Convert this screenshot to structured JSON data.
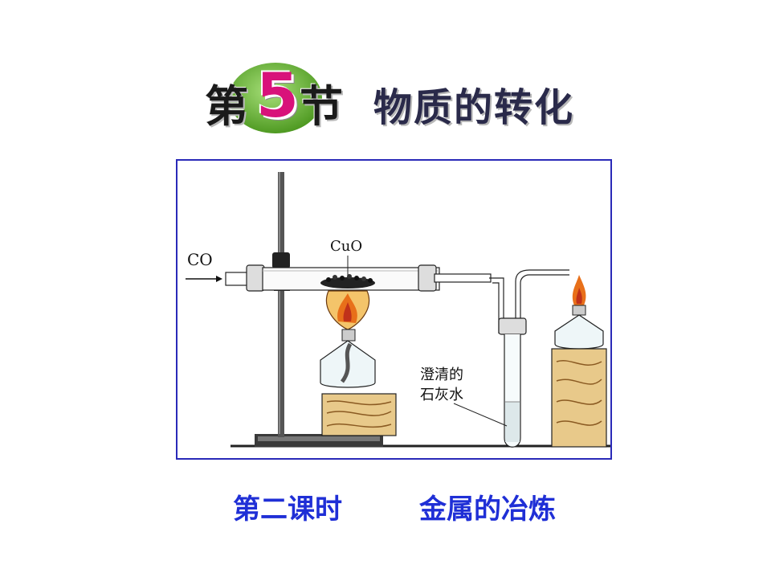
{
  "header": {
    "char_di": "第",
    "number": "5",
    "char_jie": "节",
    "section_title": "物质的转化"
  },
  "diagram": {
    "label_co": "CO",
    "label_cuo": "CuO",
    "label_limewater_line1": "澄清的",
    "label_limewater_line2": "石灰水"
  },
  "subtitle": {
    "lesson": "第二课时",
    "topic": "金属的冶炼"
  },
  "colors": {
    "subtitle_blue": "#1f2fd6",
    "frame_blue": "#2a2ab8",
    "badge_green": "#6cbf3a",
    "badge_magenta": "#d8127a",
    "flame_orange": "#e8701a"
  }
}
